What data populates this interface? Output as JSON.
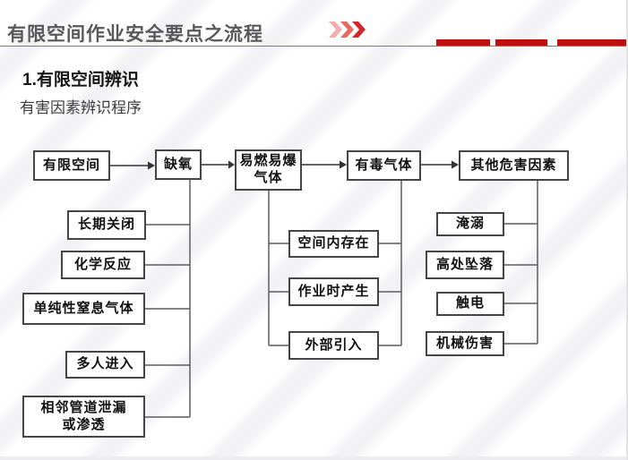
{
  "page": {
    "title": "有限空间作业安全要点之流程",
    "section_heading": "1.有限空间辨识",
    "subtitle": "有害因素辨识程序"
  },
  "decor": {
    "chevrons_icon": "triple-chevron-right",
    "chevron_colors": [
      "#f0aeae",
      "#e56a66",
      "#d6262a"
    ],
    "accent_red": "#bd0f10",
    "underline_red": "#d65555",
    "dash_count": 3
  },
  "flow": {
    "top_nodes": [
      {
        "label": "有限空间"
      },
      {
        "label": "缺氧"
      },
      {
        "label": "易燃易爆\n气体"
      },
      {
        "label": "有毒气体"
      },
      {
        "label": "其他危害因素"
      }
    ],
    "oxygen_causes": [
      "长期关闭",
      "化学反应",
      "单纯性窒息气体",
      "多人进入",
      "相邻管道泄漏\n或渗透"
    ],
    "gas_sources": [
      "空间内存在",
      "作业时产生",
      "外部引入"
    ],
    "other_hazards": [
      "淹溺",
      "高处坠落",
      "触电",
      "机械伤害"
    ]
  }
}
